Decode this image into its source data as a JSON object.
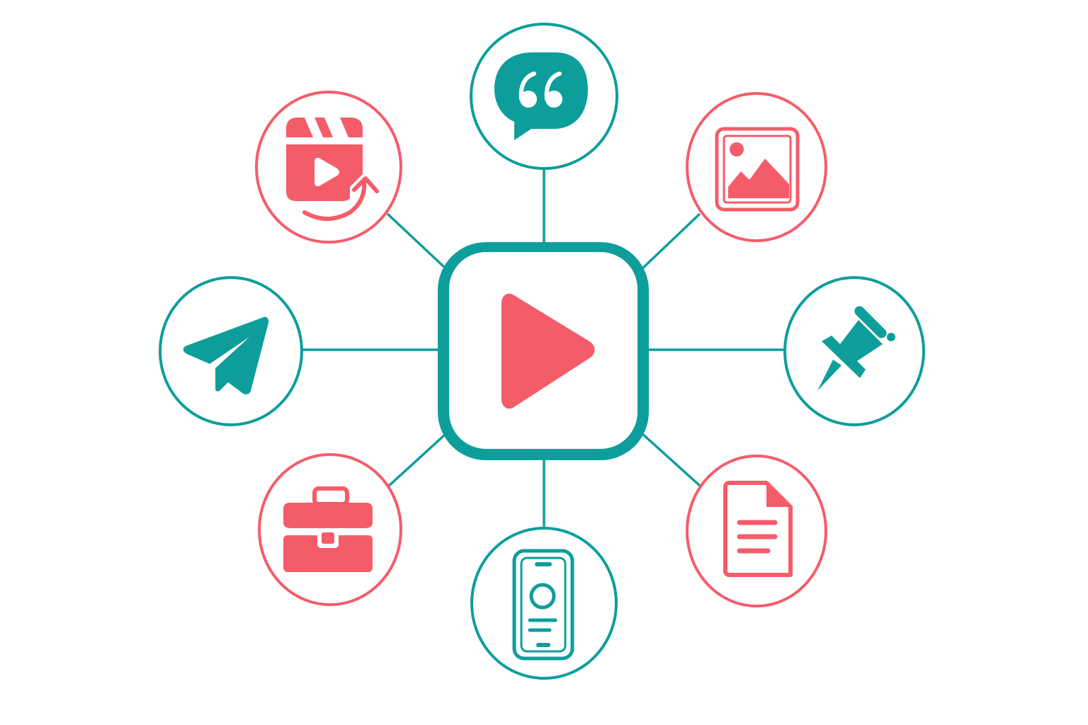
{
  "colors": {
    "teal": "#0d9e9c",
    "coral": "#f55c6a",
    "background": "#ffffff"
  },
  "hub": {
    "icon": "play-icon",
    "border_color": "teal",
    "icon_color": "coral"
  },
  "nodes": [
    {
      "id": "quote",
      "icon": "quote-bubble-icon",
      "color": "teal"
    },
    {
      "id": "image",
      "icon": "image-icon",
      "color": "coral"
    },
    {
      "id": "pin",
      "icon": "pushpin-icon",
      "color": "teal"
    },
    {
      "id": "document",
      "icon": "document-icon",
      "color": "coral"
    },
    {
      "id": "mobile",
      "icon": "mobile-phone-icon",
      "color": "teal"
    },
    {
      "id": "briefcase",
      "icon": "briefcase-icon",
      "color": "coral"
    },
    {
      "id": "send",
      "icon": "paper-plane-icon",
      "color": "teal"
    },
    {
      "id": "reel",
      "icon": "video-reel-icon",
      "color": "coral"
    }
  ]
}
